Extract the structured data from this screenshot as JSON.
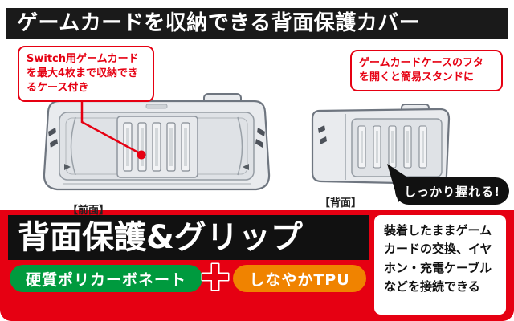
{
  "banner": {
    "title": "ゲームカードを収納できる背面保護カバー"
  },
  "callouts": {
    "card_storage": "Switch用ゲームカード\nを最大4枚まで収納でき\nるケース付き",
    "stand": "ゲームカードケースのフタ\nを開くと簡易スタンドに"
  },
  "product_views": {
    "front_label": "【前面】",
    "back_label": "【背面】"
  },
  "speech_bubble": {
    "text": "しっかり握れる!"
  },
  "footer": {
    "headline": "背面保護&グリップ",
    "material_hard": "硬質ポリカーボネート",
    "plus_icon": "plus-icon",
    "material_soft": "しなやかTPU",
    "note": "装着したままゲーム\nカードの交換、イヤ\nホン・充電ケーブル\nなどを接続できる"
  },
  "colors": {
    "accent_red": "#e60012",
    "banner_black": "#1a1a1a",
    "badge_green": "#009a3e",
    "badge_orange": "#f08300"
  }
}
